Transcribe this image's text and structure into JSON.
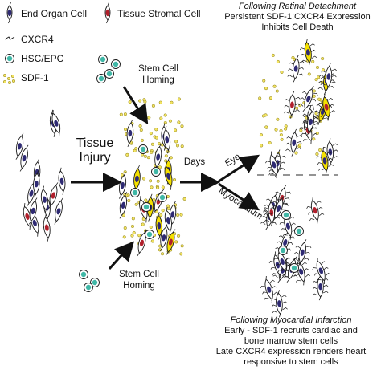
{
  "legend": {
    "end_organ": "End Organ Cell",
    "stromal": "Tissue Stromal Cell",
    "cxcr4": "CXCR4",
    "hsc": "HSC/EPC",
    "sdf": "SDF-1"
  },
  "labels": {
    "stem_homing_top": [
      "Stem Cell",
      "Homing"
    ],
    "tissue_injury": [
      "Tissue",
      "Injury"
    ],
    "days": "Days",
    "eye": "Eye",
    "myocardium": "Myocardium",
    "stem_homing_bottom": [
      "Stem Cell",
      "Homing"
    ]
  },
  "retina": {
    "title": "Following Retinal Detachment",
    "lines": [
      "Persistent SDF-1:CXCR4 Expression",
      "Inhibits Cell Death"
    ]
  },
  "mi": {
    "title": "Following Myocardial Infarction",
    "lines": [
      "Early - SDF-1 recruits cardiac and",
      "bone marrow stem cells",
      "Late CXCR4 expression renders heart",
      "responsive to stem cells"
    ]
  },
  "colors": {
    "nucleus": "#2e2a72",
    "stromal_nucleus": "#b0202c",
    "hsc_fill": "#3fb7a6",
    "sdf_fill": "#f3e463",
    "stromal_yellow": "#f5e100",
    "outline": "#1a1a1a"
  }
}
